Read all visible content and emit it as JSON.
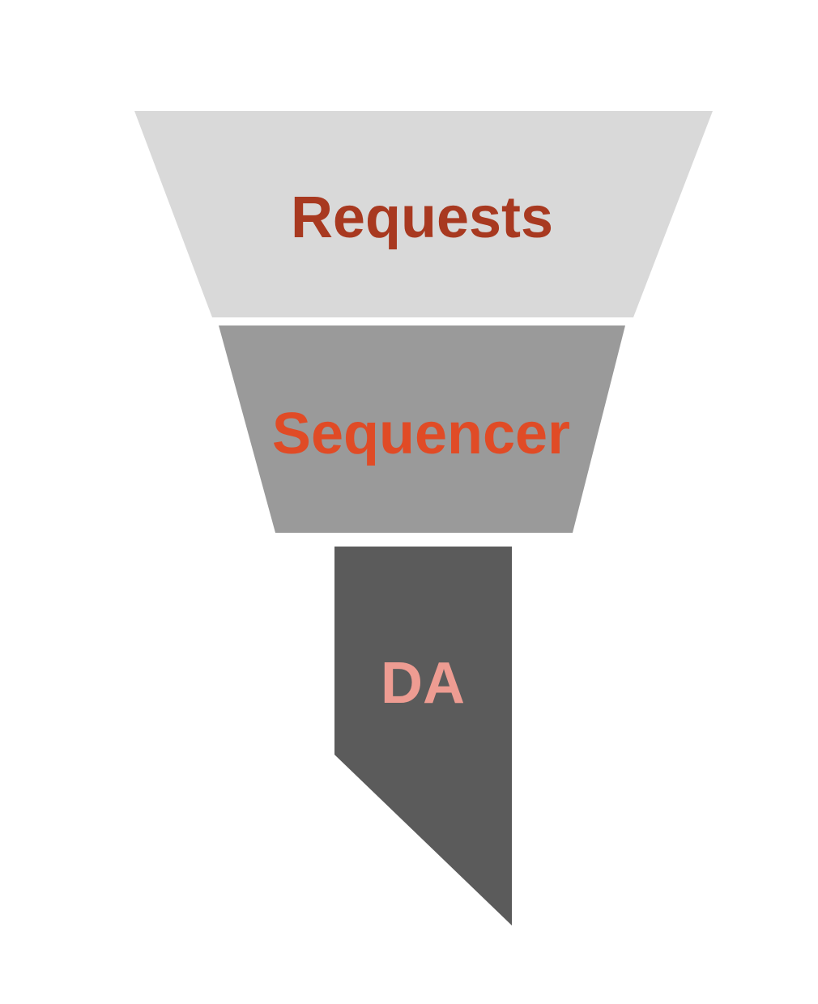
{
  "diagram": {
    "type": "funnel",
    "background": "#FFFFFF",
    "stages": [
      {
        "label": "Requests",
        "fill": "#D9D9D9",
        "text_color": "#A83920"
      },
      {
        "label": "Sequencer",
        "fill": "#9A9A9A",
        "text_color": "#E04B26"
      },
      {
        "label": "DA",
        "fill": "#5B5B5B",
        "text_color": "#EE9C92"
      }
    ]
  }
}
